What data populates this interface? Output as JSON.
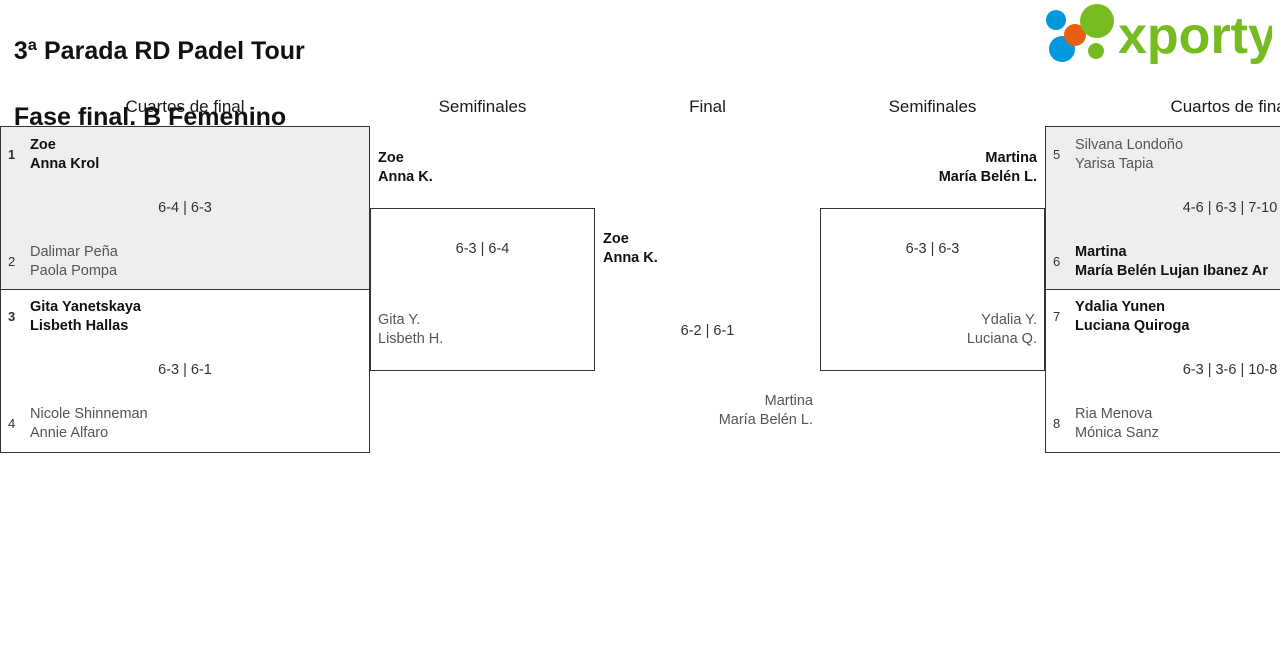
{
  "header": {
    "title_line1": "3ª Parada RD Padel Tour",
    "title_line2": "Fase final. B Femenino",
    "logo_text": "xporty",
    "logo_colors": {
      "green": "#76BC21",
      "blue": "#0099DD",
      "orange": "#E8600F"
    }
  },
  "rounds": {
    "qf_left": "Cuartos de final",
    "sf_left": "Semifinales",
    "final": "Final",
    "sf_right": "Semifinales",
    "qf_right": "Cuartos de final"
  },
  "bracket": {
    "qf_left": [
      {
        "shaded": true,
        "score": "6-4 | 6-3",
        "top": {
          "seed": "1",
          "p1": "Zoe",
          "p2": "Anna Krol",
          "winner": true
        },
        "bottom": {
          "seed": "2",
          "p1": "Dalimar Peña",
          "p2": "Paola Pompa",
          "winner": false
        }
      },
      {
        "shaded": false,
        "score": "6-3 | 6-1",
        "top": {
          "seed": "3",
          "p1": "Gita Yanetskaya",
          "p2": "Lisbeth Hallas",
          "winner": true
        },
        "bottom": {
          "seed": "4",
          "p1": "Nicole Shinneman",
          "p2": "Annie Alfaro",
          "winner": false
        }
      }
    ],
    "sf_left": {
      "score": "6-3 | 6-4",
      "top": {
        "p1": "Zoe",
        "p2": "Anna K.",
        "winner": true
      },
      "bottom": {
        "p1": "Gita Y.",
        "p2": "Lisbeth H.",
        "winner": false
      }
    },
    "final": {
      "score": "6-2 | 6-1",
      "top": {
        "p1": "Zoe",
        "p2": "Anna K.",
        "winner": true
      },
      "bottom": {
        "p1": "Martina",
        "p2": "María Belén L.",
        "winner": false
      }
    },
    "sf_right": {
      "score": "6-3 | 6-3",
      "top": {
        "p1": "Martina",
        "p2": "María Belén L.",
        "winner": true
      },
      "bottom": {
        "p1": "Ydalia Y.",
        "p2": "Luciana Q.",
        "winner": false
      }
    },
    "qf_right": [
      {
        "shaded": true,
        "score": "4-6 | 6-3 | 7-10",
        "top": {
          "seed": "5",
          "p1": "Silvana Londoño",
          "p2": "Yarisa Tapia",
          "winner": false
        },
        "bottom": {
          "seed": "6",
          "p1": "Martina",
          "p2": "María Belén Lujan Ibanez Ar",
          "winner": true
        }
      },
      {
        "shaded": false,
        "score": "6-3 | 3-6 | 10-8",
        "top": {
          "seed": "7",
          "p1": "Ydalia Yunen",
          "p2": "Luciana Quiroga",
          "winner": true
        },
        "bottom": {
          "seed": "8",
          "p1": "Ria Menova",
          "p2": "Mónica Sanz",
          "winner": false
        }
      }
    ]
  }
}
